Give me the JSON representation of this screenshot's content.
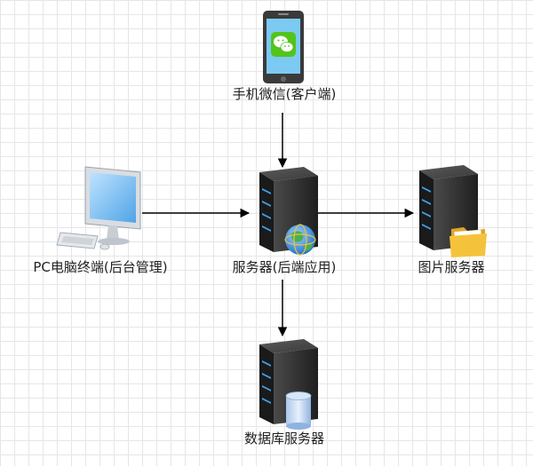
{
  "diagram": {
    "nodes": [
      {
        "id": "mobile",
        "label": "手机微信(客户端)",
        "icon": "smartphone-wechat-icon"
      },
      {
        "id": "pc",
        "label": "PC电脑终端(后台管理)",
        "icon": "desktop-computer-icon"
      },
      {
        "id": "server",
        "label": "服务器(后端应用)",
        "icon": "server-globe-icon"
      },
      {
        "id": "image_server",
        "label": "图片服务器",
        "icon": "server-folder-icon"
      },
      {
        "id": "db_server",
        "label": "数据库服务器",
        "icon": "server-database-icon"
      }
    ],
    "edges": [
      {
        "from": "mobile",
        "to": "server"
      },
      {
        "from": "pc",
        "to": "server"
      },
      {
        "from": "server",
        "to": "image_server"
      },
      {
        "from": "server",
        "to": "db_server"
      }
    ],
    "colors": {
      "arrow": "#000000",
      "server_body": "#2b2b2b",
      "server_light": "#3fa0e8",
      "wechat_green": "#52c41a",
      "monitor_screen": "#6fb8ee"
    }
  }
}
